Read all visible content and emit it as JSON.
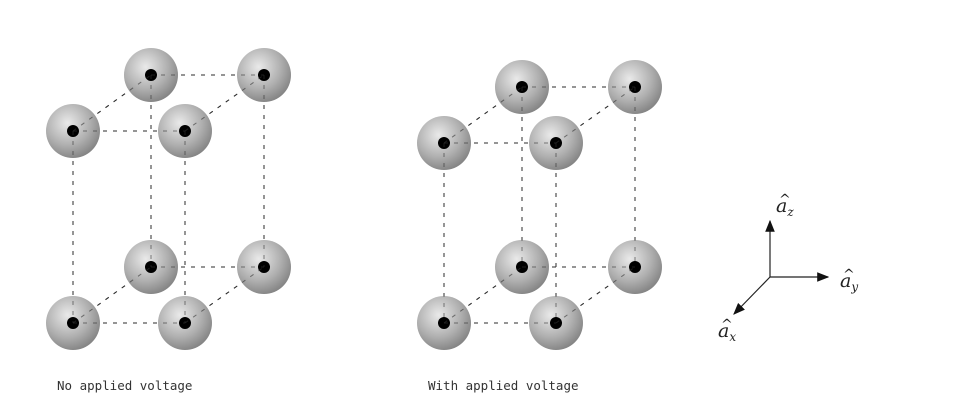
{
  "diagrams": [
    {
      "caption": "No applied voltage"
    },
    {
      "caption": "With applied voltage"
    }
  ],
  "axes": {
    "z": "a",
    "z_sub": "z",
    "y": "a",
    "y_sub": "y",
    "x": "a",
    "x_sub": "x",
    "hat": "^"
  },
  "colors": {
    "sphere_light": "#e6e6e6",
    "sphere_dark": "#7a7a7a",
    "dot": "#000000",
    "line": "#222222"
  }
}
